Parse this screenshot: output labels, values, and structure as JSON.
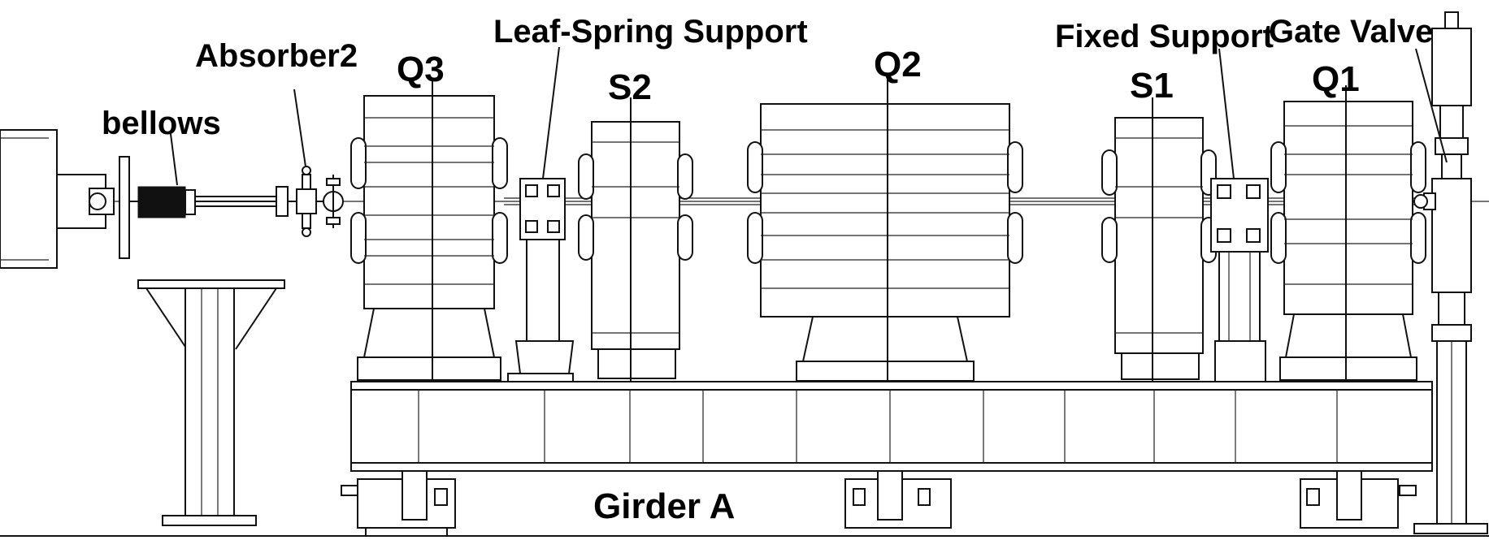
{
  "labels": {
    "bellows": "bellows",
    "absorber2": "Absorber2",
    "q3": "Q3",
    "leaf_spring_support": "Leaf-Spring Support",
    "s2": "S2",
    "q2": "Q2",
    "fixed_support": "Fixed Support",
    "s1": "S1",
    "gate_valve": "Gate Valve",
    "q1": "Q1",
    "girder_a": "Girder A"
  },
  "colors": {
    "line": "#111111",
    "background": "#ffffff"
  }
}
